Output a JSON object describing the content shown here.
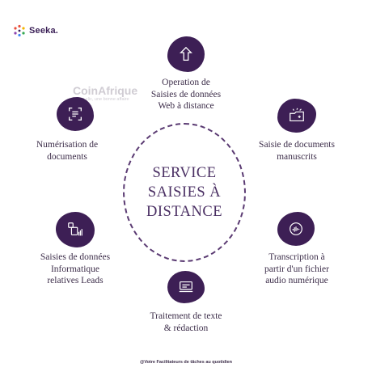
{
  "logo": {
    "text": "Seeka.",
    "colors": [
      "#e94e3c",
      "#f4b400",
      "#34a853",
      "#4285f4",
      "#8e44ad"
    ]
  },
  "center": {
    "line1": "SERVICE",
    "line2": "SAISIES À",
    "line3": "DISTANCE"
  },
  "services": [
    {
      "icon": "upload-arrow-icon",
      "line1": "Operation de",
      "line2": "Saisies de données",
      "line3": "Web à distance"
    },
    {
      "icon": "scan-document-icon",
      "line1": "Numérisation de",
      "line2": "documents"
    },
    {
      "icon": "handwritten-folder-icon",
      "line1": "Saisie de documents",
      "line2": "manuscrits"
    },
    {
      "icon": "data-chart-icon",
      "line1": "Saisies de données",
      "line2": "Informatique",
      "line3": "relatives Leads"
    },
    {
      "icon": "audio-wave-icon",
      "line1": "Transcription à",
      "line2": "partir d'un fichier",
      "line3": "audio numérique"
    },
    {
      "icon": "typing-icon",
      "line1": "Traitement de texte",
      "line2": "& rédaction"
    }
  ],
  "watermark": {
    "main": "CoinAfrique",
    "sub": "En un clic, une bonne affaire"
  },
  "footer": "@Votre Facilitateurs de tâches au quotidien",
  "colors": {
    "accent": "#3d1f55",
    "text": "#3d2e4a"
  }
}
